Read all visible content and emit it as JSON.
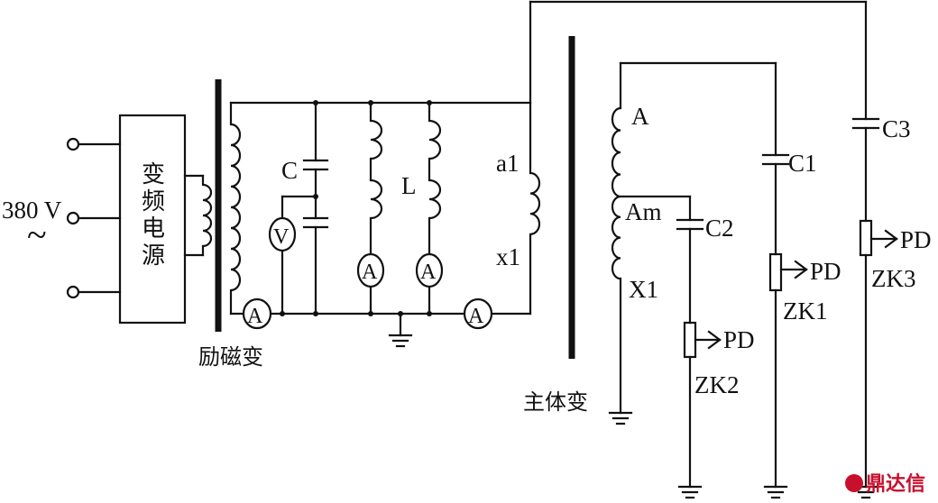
{
  "labels": {
    "supply_voltage": "380 V",
    "vfd_chars": [
      "变",
      "频",
      "电",
      "源"
    ],
    "exciting_transformer": "励磁变",
    "main_transformer": "主体变",
    "capacitor_C": "C",
    "inductor_L": "L",
    "winding_a1": "a1",
    "winding_x1": "x1",
    "winding_A": "A",
    "winding_Am": "Am",
    "winding_X1": "X1",
    "cap_C1": "C1",
    "cap_C2": "C2",
    "cap_C3": "C3",
    "pd1": "PD",
    "pd2": "PD",
    "pd3": "PD",
    "zk1": "ZK1",
    "zk2": "ZK2",
    "zk3": "ZK3",
    "ammeter_symbol": "A",
    "voltmeter_symbol": "V",
    "ac_symbol": "~"
  },
  "watermark": "鼎达信"
}
